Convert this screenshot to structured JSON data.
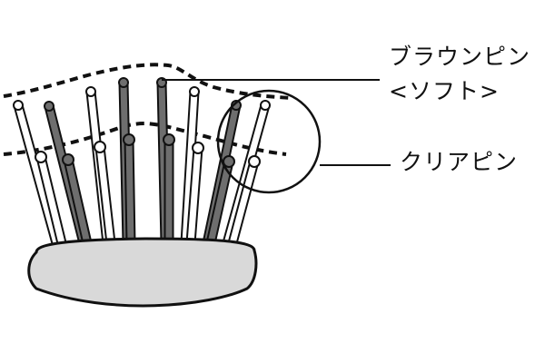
{
  "labels": {
    "brown_pin_line1": "ブラウンピン",
    "brown_pin_line2": "<ソフト>",
    "clear_pin": "クリアピン"
  },
  "colors": {
    "outline": "#111111",
    "brown_pin": "#6e6e6e",
    "clear_pin": "#ffffff",
    "base_fill": "#d9d9d9",
    "background": "#ffffff"
  }
}
